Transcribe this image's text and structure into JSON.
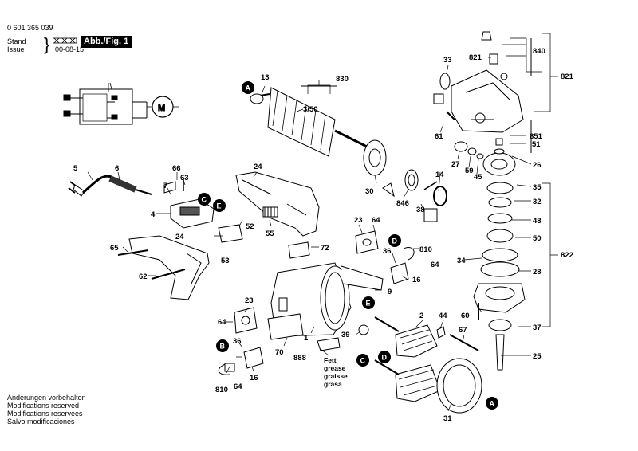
{
  "header": {
    "document_number": "0 601 365 039",
    "stand_label": "Stand",
    "issue_label": "Issue",
    "date": "00-08-15",
    "figure_label": "Abb./Fig. 1"
  },
  "footer": {
    "lines": [
      "Änderungen vorbehalten",
      "Modifications reserved",
      "Modifications reservees",
      "Salvo modificaciones"
    ]
  },
  "grease_note": [
    "Fett",
    "grease",
    "graisse",
    "grasa"
  ],
  "callouts": [
    "A",
    "B",
    "C",
    "D",
    "E"
  ],
  "part_numbers": {
    "p5": "5",
    "p6": "6",
    "p66": "66",
    "p63": "63",
    "p7": "7",
    "p4": "4",
    "p24a": "24",
    "p24b": "24",
    "p52": "52",
    "p55": "55",
    "p53": "53",
    "p65": "65",
    "p62": "62",
    "p13": "13",
    "p830": "830",
    "p3_50": "3/50",
    "p30": "30",
    "p846": "846",
    "p38": "38",
    "p14": "14",
    "p33": "33",
    "p821a": "821",
    "p61": "61",
    "p27": "27",
    "p59": "59",
    "p45": "45",
    "p840": "840",
    "p821b": "821",
    "p851": "851",
    "p51": "51",
    "p26": "26",
    "p35": "35",
    "p32": "32",
    "p48": "48",
    "p50": "50",
    "p34": "34",
    "p28": "28",
    "p822": "822",
    "p60": "60",
    "p37": "37",
    "p25": "25",
    "p23a": "23",
    "p64a": "64",
    "p72": "72",
    "p810a": "810",
    "p36a": "36",
    "p64b": "64",
    "p16a": "16",
    "p9": "9",
    "p23b": "23",
    "p64c": "64",
    "p36b": "36",
    "p16b": "16",
    "p810b": "810",
    "p64d": "64",
    "p70": "70",
    "p1": "1",
    "p888": "888",
    "p39": "39",
    "p2": "2",
    "p44": "44",
    "p67": "67",
    "p31": "31"
  }
}
